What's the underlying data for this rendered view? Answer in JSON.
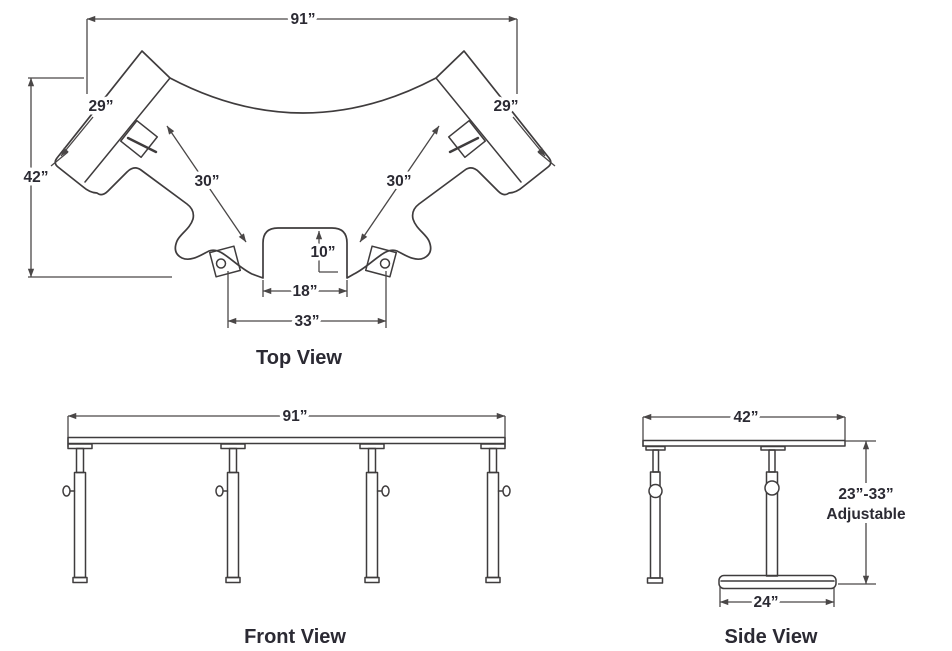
{
  "diagram": {
    "background": "#ffffff",
    "line_color": "#3f3c3d",
    "text_color": "#2b2a33"
  },
  "top_view": {
    "title": "Top View",
    "overall_width": "91”",
    "left_wing_length": "29”",
    "right_wing_length": "29”",
    "overall_depth": "42”",
    "left_span": "30”",
    "right_span": "30”",
    "notch_depth": "10”",
    "notch_width": "18”",
    "notch_outer_span": "33”"
  },
  "front_view": {
    "title": "Front View",
    "overall_width": "91”"
  },
  "side_view": {
    "title": "Side View",
    "top_depth": "42”",
    "height_range": "23”-33”",
    "height_note": "Adjustable",
    "base_depth": "24”"
  }
}
